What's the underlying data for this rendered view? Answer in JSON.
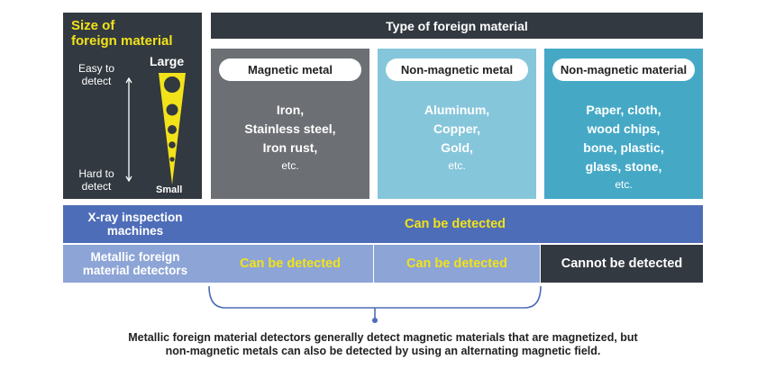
{
  "size_panel": {
    "title_line1": "Size of",
    "title_line2": "foreign material",
    "easy_line1": "Easy to",
    "easy_line2": "detect",
    "hard_line1": "Hard to",
    "hard_line2": "detect",
    "large_label": "Large",
    "small_label": "Small"
  },
  "header": {
    "title": "Type of foreign material"
  },
  "columns": [
    {
      "heading": "Magnetic metal",
      "examples": [
        "Iron,",
        "Stainless steel,",
        "Iron rust,"
      ],
      "etc": "etc."
    },
    {
      "heading": "Non-magnetic metal",
      "examples": [
        "Aluminum,",
        "Copper,",
        "Gold,"
      ],
      "etc": "etc."
    },
    {
      "heading": "Non-magnetic material",
      "examples": [
        "Paper, cloth,",
        "wood chips,",
        "bone, plastic,",
        "glass, stone,"
      ],
      "etc": "etc."
    }
  ],
  "rows": {
    "xray": {
      "label_line1": "X-ray inspection",
      "label_line2": "machines",
      "result": "Can be detected"
    },
    "metal": {
      "label_line1": "Metallic foreign",
      "label_line2": "material detectors",
      "results": [
        "Can be detected",
        "Can be detected",
        "Cannot be detected"
      ]
    }
  },
  "footnote": {
    "line1": "Metallic foreign material detectors generally detect magnetic materials that are magnetized, but",
    "line2": "non-magnetic metals can also be detected by using an alternating magnetic field."
  },
  "colors": {
    "dark": "#323940",
    "accent_yellow": "#f2e21a",
    "magnetic_metal": "#6c6f73",
    "non_magnetic_metal": "#86c6db",
    "non_magnetic_material": "#45a9c6",
    "xray_row": "#4e6db8",
    "metal_row": "#8da4d6"
  }
}
